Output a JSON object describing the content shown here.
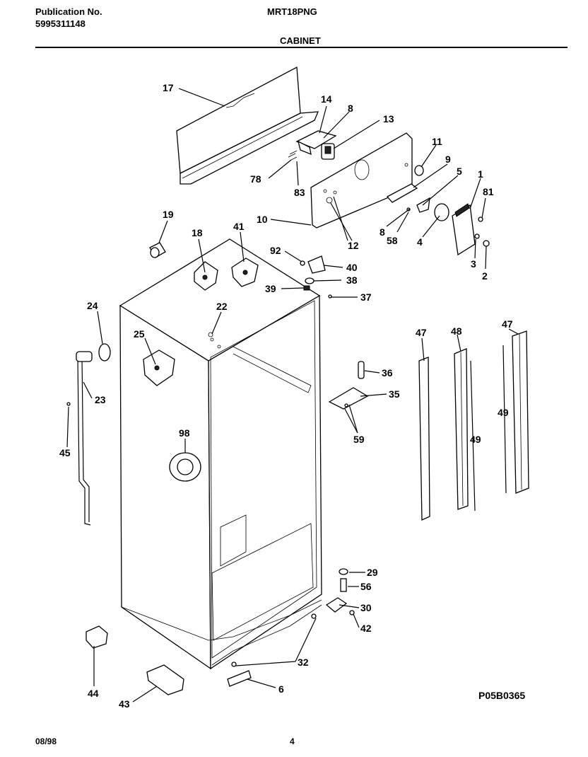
{
  "header": {
    "publication_label": "Publication No.",
    "publication_number": "5995311148",
    "model": "MRT18PNG",
    "section": "CABINET"
  },
  "footer": {
    "date": "08/98",
    "page": "4",
    "figure_code": "P05B0365"
  },
  "diagram": {
    "callouts": [
      "17",
      "14",
      "8",
      "13",
      "78",
      "83",
      "11",
      "9",
      "5",
      "1",
      "81",
      "10",
      "8",
      "58",
      "12",
      "4",
      "3",
      "2",
      "19",
      "18",
      "41",
      "92",
      "40",
      "38",
      "39",
      "37",
      "24",
      "22",
      "25",
      "23",
      "45",
      "98",
      "36",
      "35",
      "59",
      "47",
      "48",
      "47",
      "49",
      "49",
      "29",
      "56",
      "30",
      "42",
      "32",
      "44",
      "6",
      "43"
    ]
  }
}
